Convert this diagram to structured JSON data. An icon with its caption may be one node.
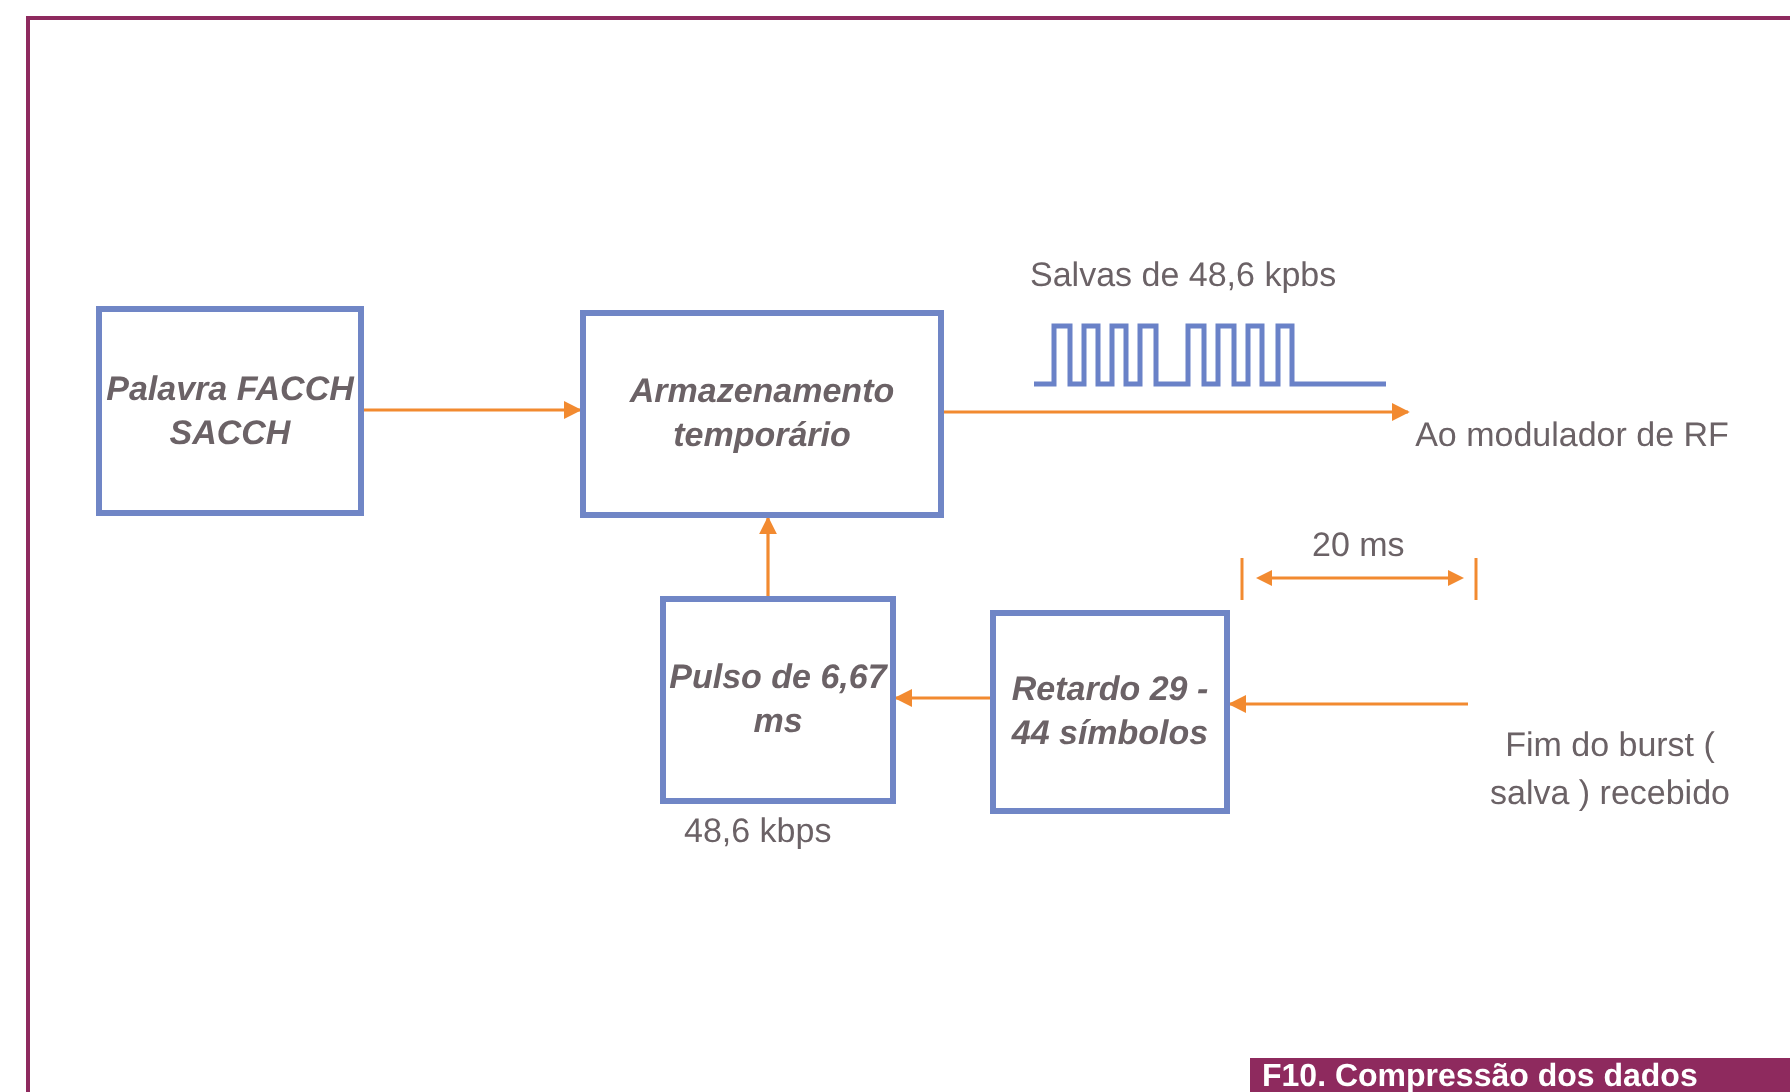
{
  "diagram": {
    "caption": "F10. Compressão dos dados",
    "nodes": [
      {
        "text": [
          "Palavra FACCH SACCH"
        ]
      },
      {
        "text": [
          "Armazenamento temporário"
        ]
      },
      {
        "text": [
          "Pulso de 6,67 ms"
        ],
        "beside": [
          "48,6 kbps"
        ]
      },
      {
        "text": [
          "Retardo 29 - 44 símbolos"
        ]
      },
      {
        "text": [
          "Ao modulador de RF"
        ]
      },
      {
        "text": [
          "Fim do burst ( salva ) recebido"
        ]
      }
    ],
    "edges": [
      {
        "from": 0,
        "to": 1,
        "arrow": "to"
      },
      {
        "from": 1,
        "to": 4,
        "arrow": "to"
      },
      {
        "from": 2,
        "to": 1,
        "arrow": "to"
      },
      {
        "from": 3,
        "to": 2,
        "arrow": "to"
      },
      {
        "from": 5,
        "to": 3,
        "arrow": "to"
      }
    ],
    "labels": [
      "Salvas de 48,6 kpbs",
      "20 ms"
    ]
  }
}
